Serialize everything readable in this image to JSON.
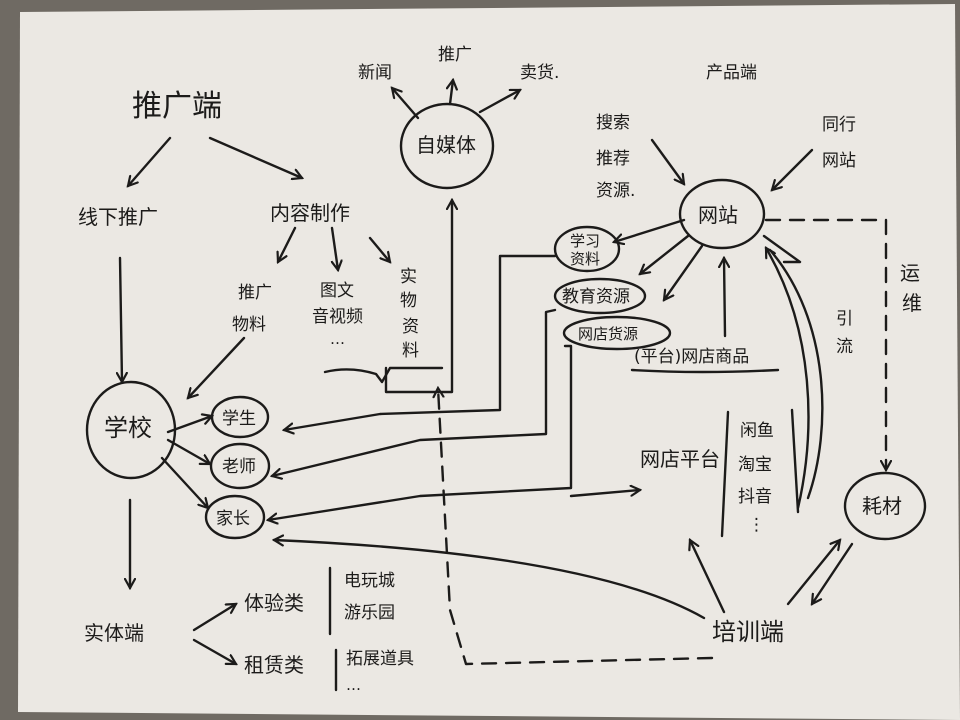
{
  "labels": {
    "promo_end": "推广端",
    "offline_promo": "线下推广",
    "content_production": "内容制作",
    "promo_materials_1": "推广",
    "promo_materials_2": "物料",
    "media_1": "图文",
    "media_2": "音视频",
    "media_3": "…",
    "physical_1": "实",
    "physical_2": "物",
    "physical_3": "资",
    "physical_4": "料",
    "self_media": "自媒体",
    "out_promo": "推广",
    "out_left": "新闻",
    "out_right": "卖货.",
    "product_end": "产品端",
    "search_1": "搜索",
    "search_2": "推荐",
    "search_3": "资源.",
    "peer_1": "同行",
    "peer_2": "网站",
    "website": "网站",
    "study_1": "学习",
    "study_2": "资料",
    "edu_resources": "教育资源",
    "shop_goods": "网店货源",
    "platform_goods": "(平台)网店商品",
    "ops_1": "运",
    "ops_2": "维",
    "traffic_1": "引",
    "traffic_2": "流",
    "school": "学校",
    "student": "学生",
    "teacher": "老师",
    "parent": "家长",
    "shop_platform": "网店平台",
    "xianyu": "闲鱼",
    "taobao": "淘宝",
    "douyin": "抖音",
    "platform_more": "⋮",
    "supplies": "耗材",
    "physical_end": "实体端",
    "experience": "体验类",
    "exp_item_1": "电玩城",
    "exp_item_2": "游乐园",
    "rental": "租赁类",
    "rental_item": "拓展道具",
    "rental_more": "…",
    "training_end": "培训端"
  },
  "colors": {
    "ink": "#1c1b1a",
    "paper": "#ebe8e3",
    "background": "#6f6a63"
  }
}
